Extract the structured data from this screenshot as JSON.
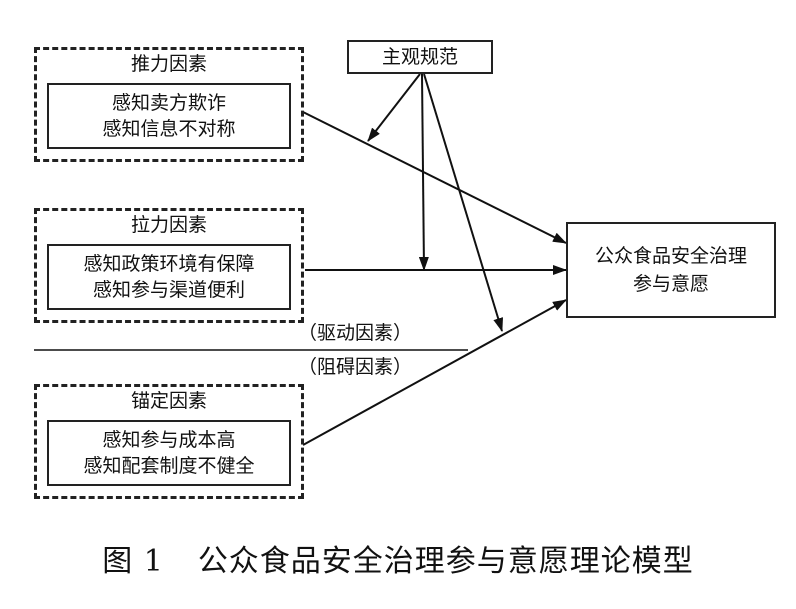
{
  "push_group": {
    "title": "推力因素",
    "lines": [
      "感知卖方欺诈",
      "感知信息不对称"
    ]
  },
  "pull_group": {
    "title": "拉力因素",
    "lines": [
      "感知政策环境有保障",
      "感知参与渠道便利"
    ]
  },
  "mooring_group": {
    "title": "锚定因素",
    "lines": [
      "感知参与成本高",
      "感知配套制度不健全"
    ]
  },
  "moderator": {
    "label": "主观规范"
  },
  "outcome": {
    "lines": [
      "公众食品安全治理",
      "参与意愿"
    ]
  },
  "divider": {
    "upper_label": "（驱动因素）",
    "lower_label": "（阻碍因素）"
  },
  "caption": {
    "number": "图 1",
    "title": "公众食品安全治理参与意愿理论模型"
  }
}
